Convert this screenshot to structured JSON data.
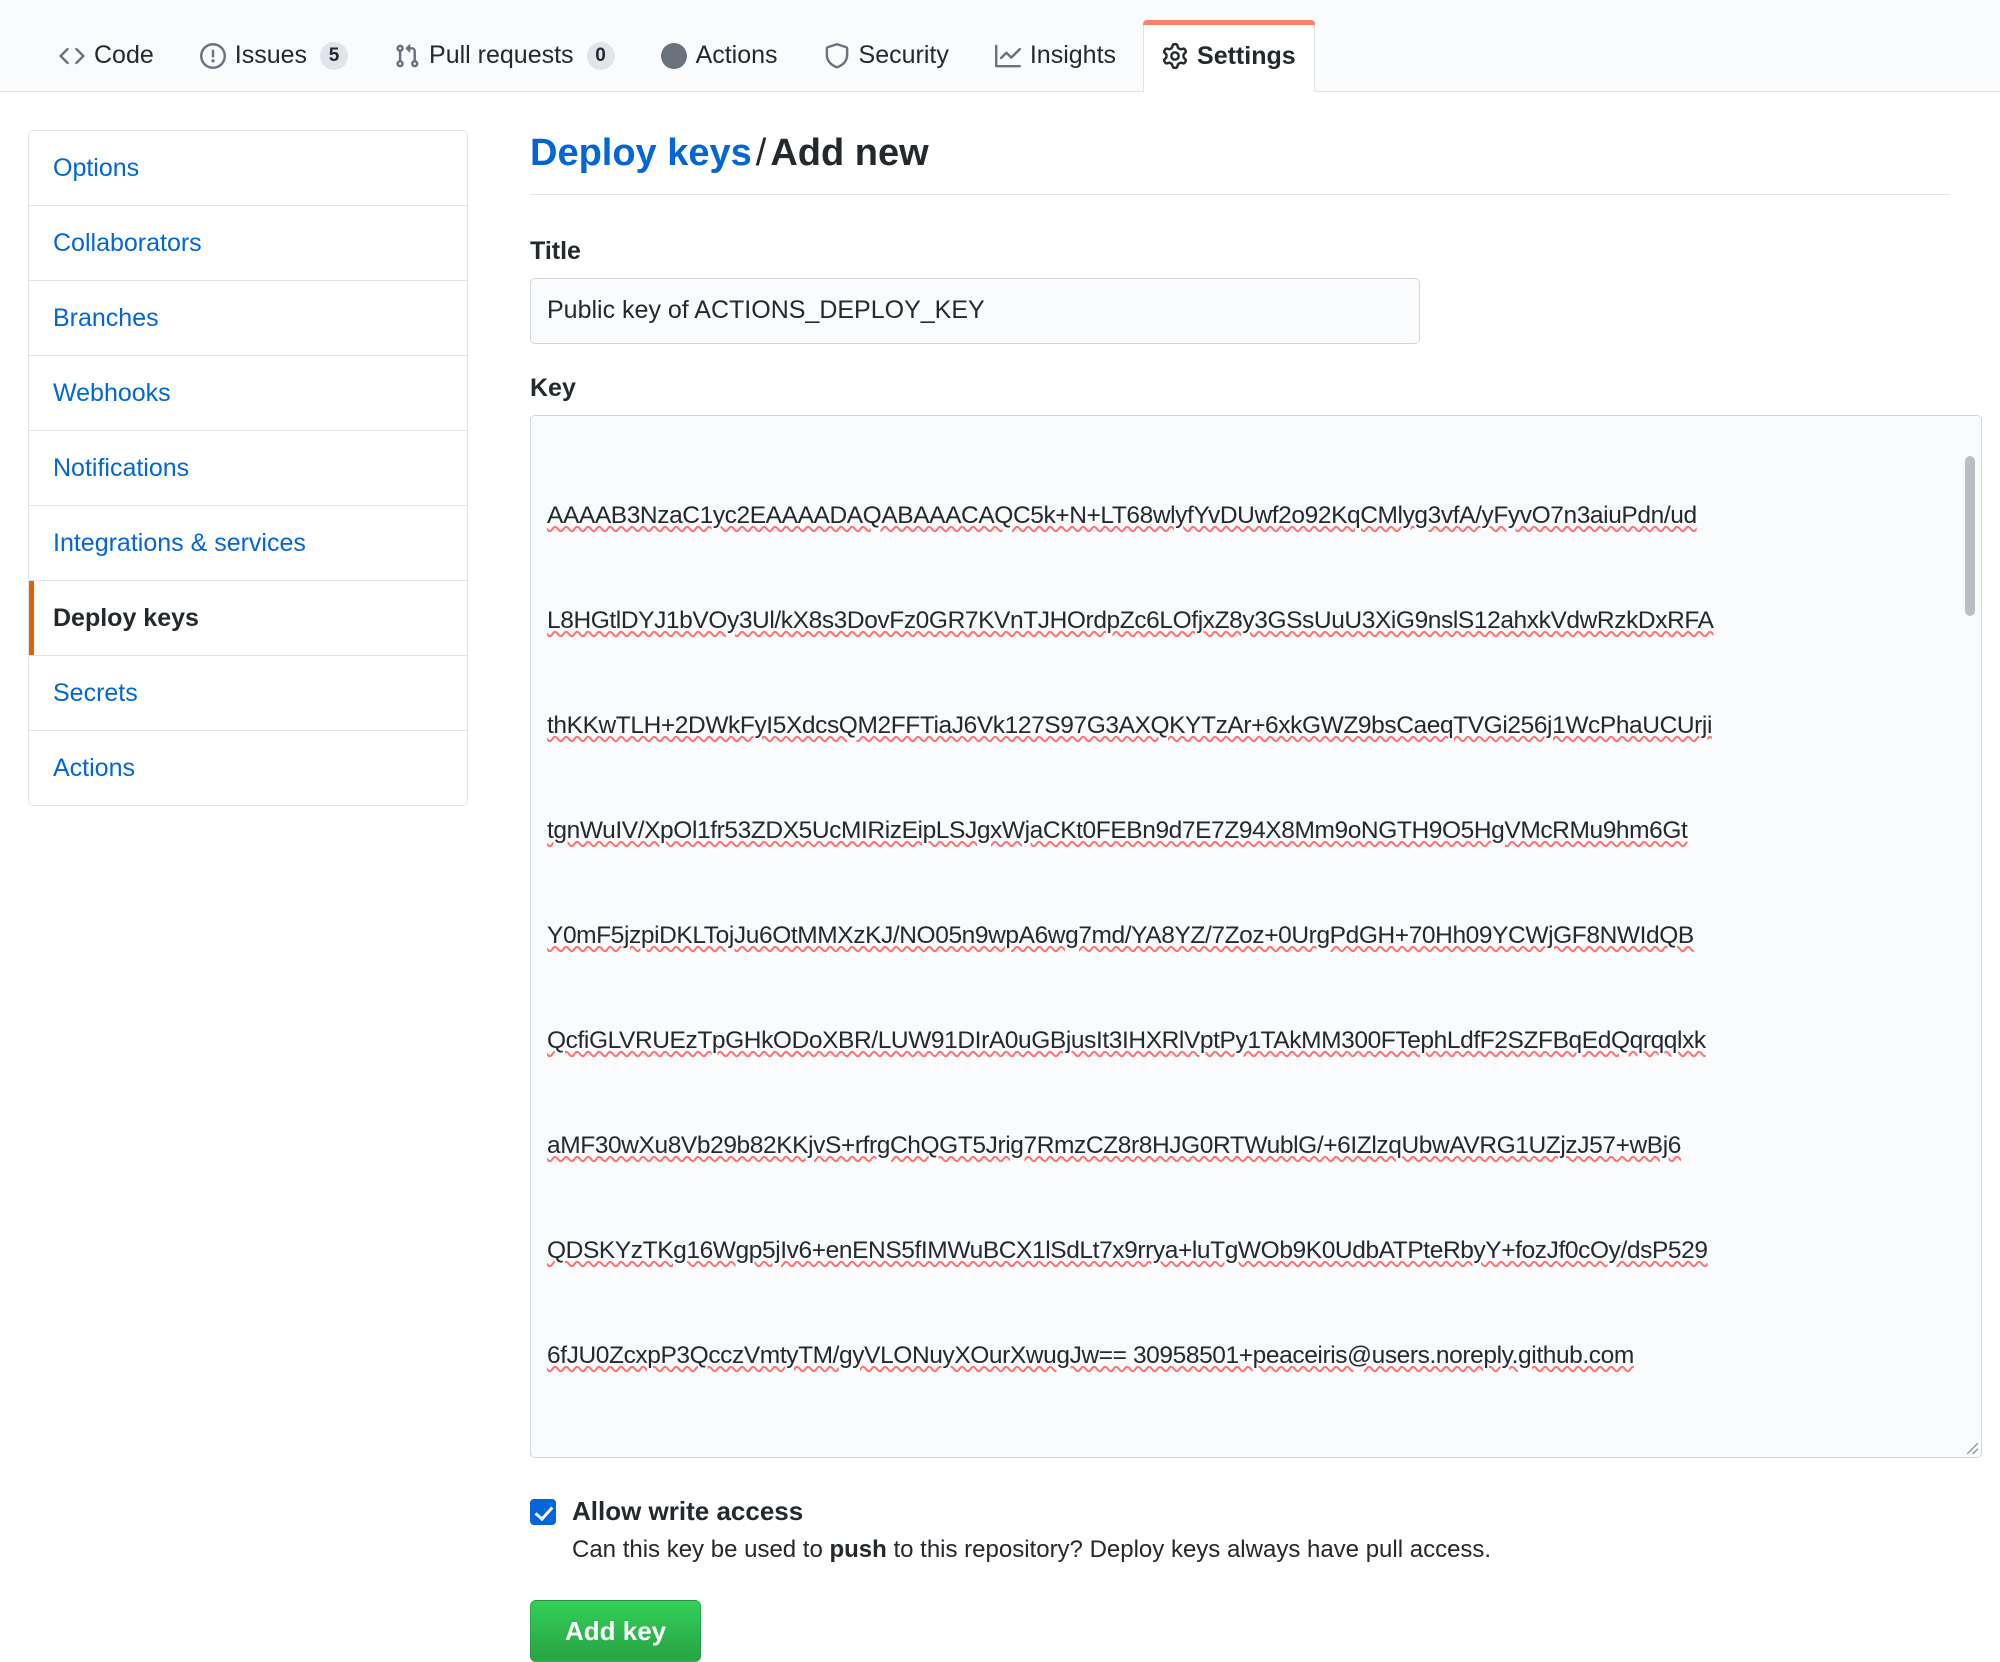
{
  "nav": {
    "tabs": [
      {
        "label": "Code",
        "icon": "code-icon",
        "count": null,
        "active": false
      },
      {
        "label": "Issues",
        "icon": "issue-opened-icon",
        "count": "5",
        "active": false
      },
      {
        "label": "Pull requests",
        "icon": "git-pull-request-icon",
        "count": "0",
        "active": false
      },
      {
        "label": "Actions",
        "icon": "play-icon",
        "count": null,
        "active": false
      },
      {
        "label": "Security",
        "icon": "shield-icon",
        "count": null,
        "active": false
      },
      {
        "label": "Insights",
        "icon": "graph-icon",
        "count": null,
        "active": false
      },
      {
        "label": "Settings",
        "icon": "gear-icon",
        "count": null,
        "active": true
      }
    ],
    "active_accent": "#f9826c"
  },
  "sidebar": {
    "items": [
      {
        "label": "Options",
        "selected": false
      },
      {
        "label": "Collaborators",
        "selected": false
      },
      {
        "label": "Branches",
        "selected": false
      },
      {
        "label": "Webhooks",
        "selected": false
      },
      {
        "label": "Notifications",
        "selected": false
      },
      {
        "label": "Integrations & services",
        "selected": false
      },
      {
        "label": "Deploy keys",
        "selected": true
      },
      {
        "label": "Secrets",
        "selected": false
      },
      {
        "label": "Actions",
        "selected": false
      }
    ],
    "selected_accent": "#e36209",
    "link_color": "#0366d6"
  },
  "main": {
    "heading": {
      "link": "Deploy keys",
      "separator": "/",
      "current": "Add new"
    },
    "title_field": {
      "label": "Title",
      "value": "Public key of ACTIONS_DEPLOY_KEY",
      "placeholder": ""
    },
    "key_field": {
      "label": "Key",
      "placeholder": "",
      "lines": [
        "AAAAB3NzaC1yc2EAAAADAQABAAACAQC5k+N+LT68wlyfYvDUwf2o92KqCMlyg3vfA/yFyvO7n3aiuPdn/ud",
        "L8HGtlDYJ1bVOy3Ul/kX8s3DovFz0GR7KVnTJHOrdpZc6LOfjxZ8y3GSsUuU3XiG9nslS12ahxkVdwRzkDxRFA",
        "thKKwTLH+2DWkFyI5XdcsQM2FFTiaJ6Vk127S97G3AXQKYTzAr+6xkGWZ9bsCaeqTVGi256j1WcPhaUCUrji",
        "tgnWuIV/XpOl1fr53ZDX5UcMIRizEipLSJgxWjaCKt0FEBn9d7E7Z94X8Mm9oNGTH9O5HgVMcRMu9hm6Gt",
        "Y0mF5jzpiDKLTojJu6OtMMXzKJ/NO05n9wpA6wg7md/YA8YZ/7Zoz+0UrgPdGH+70Hh09YCWjGF8NWIdQB",
        "QcfiGLVRUEzTpGHkODoXBR/LUW91DIrA0uGBjusIt3IHXRlVptPy1TAkMM300FTephLdfF2SZFBqEdQqrqqlxk",
        "aMF30wXu8Vb29b82KKjvS+rfrgChQGT5Jrig7RmzCZ8r8HJG0RTWublG/+6IZlzqUbwAVRG1UZjzJ57+wBj6",
        "QDSKYzTKg16Wgp5jIv6+enENS5fIMWuBCX1lSdLt7x9rrya+luTgWOb9K0UdbATPteRbyY+fozJf0cOy/dsP529",
        "6fJU0ZcxpP3QcczVmtyTM/gyVLONuyXOurXwugJw== 30958501+peaceiris@users.noreply.github.com"
      ]
    },
    "write_access": {
      "checked": true,
      "label": "Allow write access",
      "note_before": "Can this key be used to ",
      "note_bold": "push",
      "note_after": " to this repository? Deploy keys always have pull access."
    },
    "submit": {
      "label": "Add key",
      "color": "#2ea44f"
    }
  }
}
